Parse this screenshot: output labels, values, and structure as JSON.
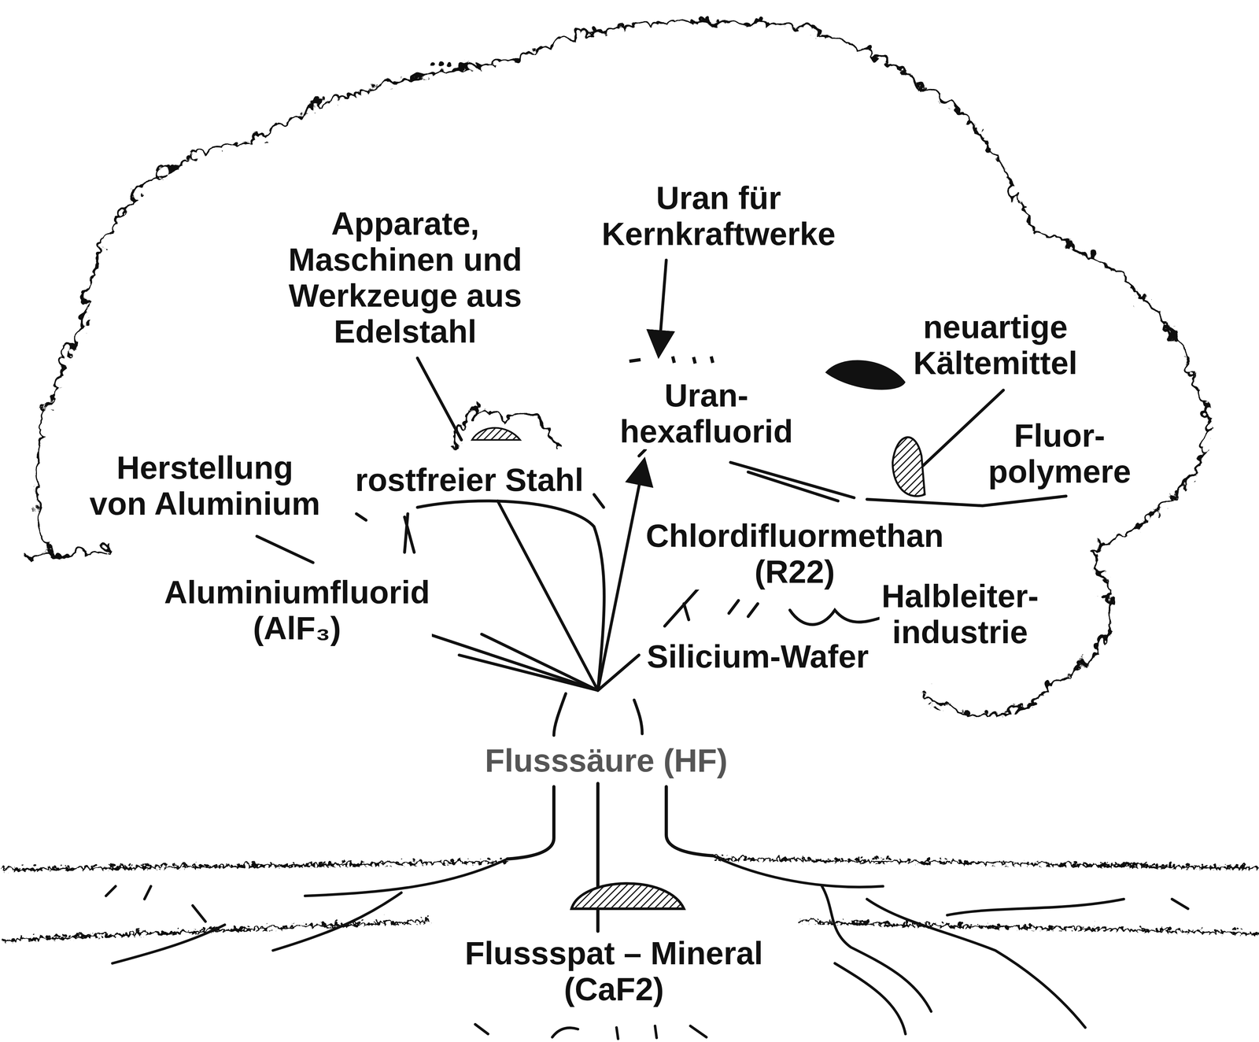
{
  "diagram": {
    "labels": [
      "Uran für Kernkraftwerke",
      "Apparate, Maschinen und Werkzeuge aus Edelstahl",
      "neuartige Kältemittel",
      "Uran- hexafluorid",
      "Fluor- polymere",
      "Herstellung von Aluminium",
      "rostfreier Stahl",
      "Chlordifluormethan (R22)",
      "Aluminiumfluorid (AlF₃)",
      "Halbleiter- industrie",
      "Silicium-Wafer",
      "Flusssäure (HF)",
      "Flussspat – Mineral (CaF2)"
    ]
  }
}
